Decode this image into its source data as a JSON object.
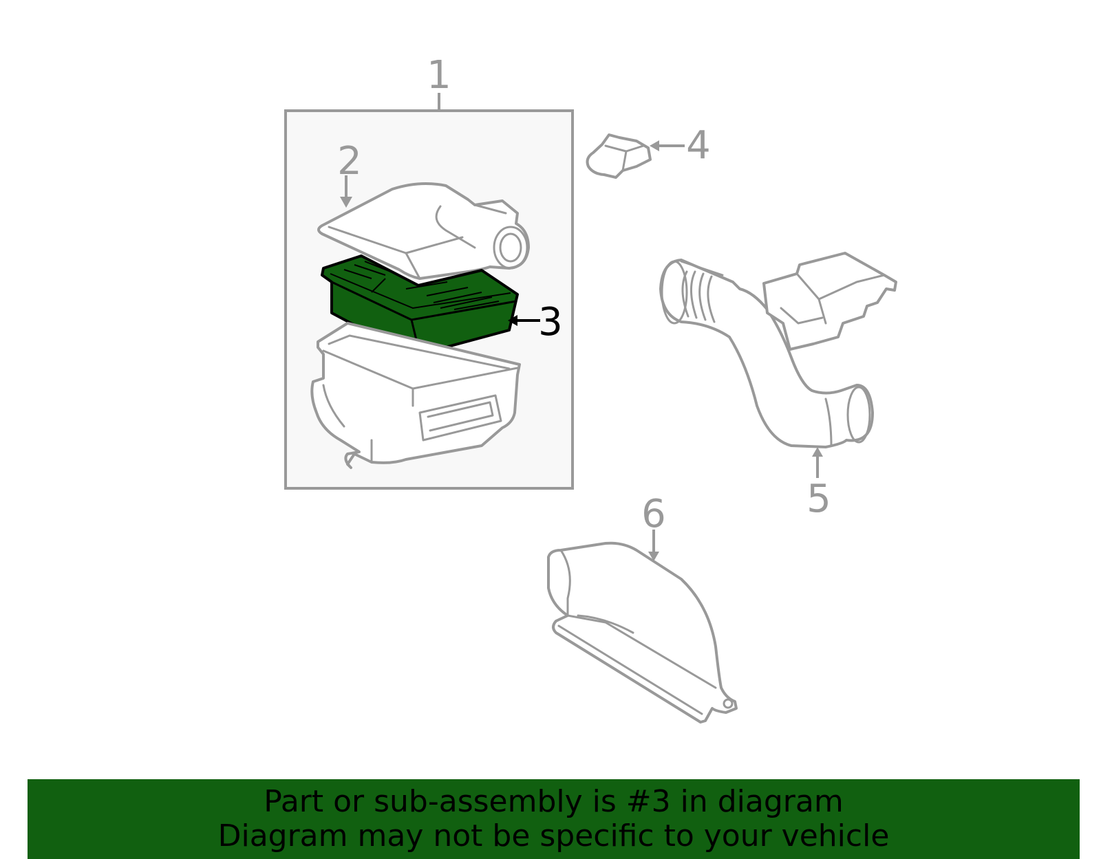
{
  "callouts": {
    "c1": "1",
    "c2": "2",
    "c3": "3",
    "c4": "4",
    "c5": "5",
    "c6": "6"
  },
  "highlight_part": "3",
  "colors": {
    "highlight": "#116010",
    "line": "#999999",
    "assembly_box_fill": "#f8f8f8",
    "banner": "#116010",
    "text": "#000000"
  },
  "banner": {
    "line1": "Part or sub-assembly is #3 in diagram",
    "line2": "Diagram may not be specific to your vehicle"
  }
}
